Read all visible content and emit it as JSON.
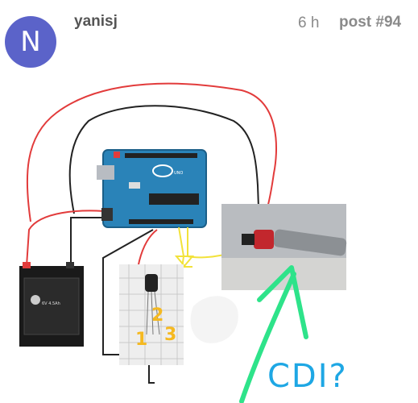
{
  "post": {
    "avatar_letter": "N",
    "avatar_color": "#5b63c9",
    "username": "yanisj",
    "time_ago": "6 h",
    "post_number": "post #94"
  },
  "image": {
    "annotation": "CDI?",
    "pin_labels": [
      "1",
      "2",
      "3"
    ],
    "board_label": "UNO",
    "battery_label": "6V 4.5Ah",
    "wire_colors": {
      "red": "#e23b3b",
      "black": "#222222",
      "yellow": "#f2e23a",
      "arrow": "#2ee38a"
    }
  }
}
